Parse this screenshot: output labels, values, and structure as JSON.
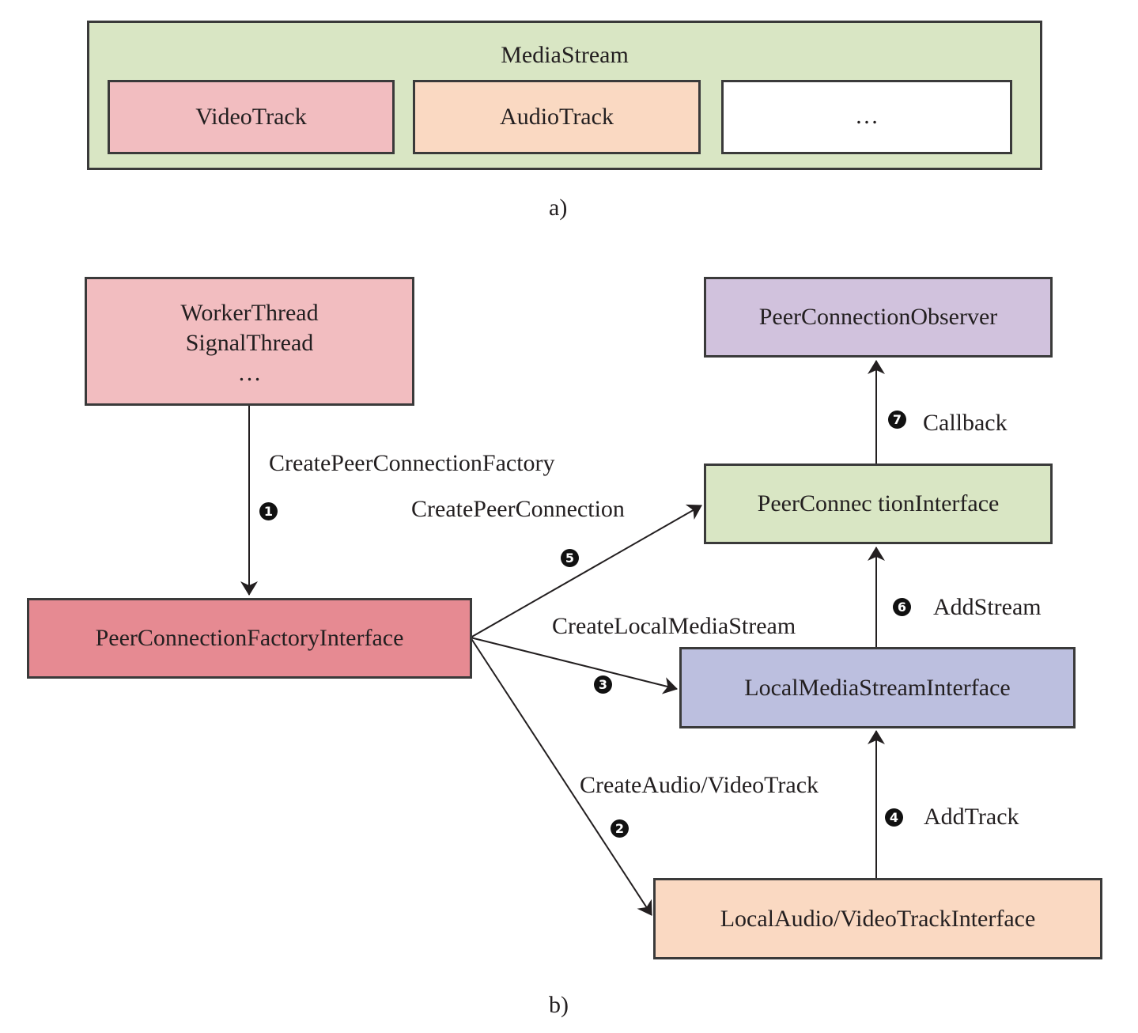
{
  "part_a": {
    "container_label": "MediaStream",
    "tracks": [
      "VideoTrack",
      "AudioTrack",
      "…"
    ],
    "caption": "a)"
  },
  "part_b": {
    "threads": {
      "line1": "WorkerThread",
      "line2": "SignalThread",
      "line3": "…"
    },
    "factory": "PeerConnectionFactoryInterface",
    "observer": "PeerConnectionObserver",
    "peer_connection": "PeerConnec tionInterface",
    "local_stream": "LocalMediaStreamInterface",
    "local_track": "LocalAudio/VideoTrackInterface",
    "steps": {
      "s1": {
        "num": "1",
        "label": "CreatePeerConnectionFactory"
      },
      "s2": {
        "num": "2",
        "label": "CreateAudio/VideoTrack"
      },
      "s3": {
        "num": "3",
        "label": "CreateLocalMediaStream"
      },
      "s4": {
        "num": "4",
        "label": "AddTrack"
      },
      "s5": {
        "num": "5",
        "label": "CreatePeerConnection"
      },
      "s6": {
        "num": "6",
        "label": "AddStream"
      },
      "s7": {
        "num": "7",
        "label": "Callback"
      }
    },
    "caption": "b)"
  },
  "colors": {
    "mediastream_bg": "#d9e6c4",
    "videotrack_bg": "#f2bdc0",
    "audiotrack_bg": "#fad9c2",
    "threads_bg": "#f2bdc0",
    "factory_bg": "#e68a92",
    "observer_bg": "#d1c2dd",
    "peerconnection_bg": "#d9e6c4",
    "localstream_bg": "#bcbfdf",
    "localtrack_bg": "#fad9c2",
    "border": "#3a3a3a"
  }
}
